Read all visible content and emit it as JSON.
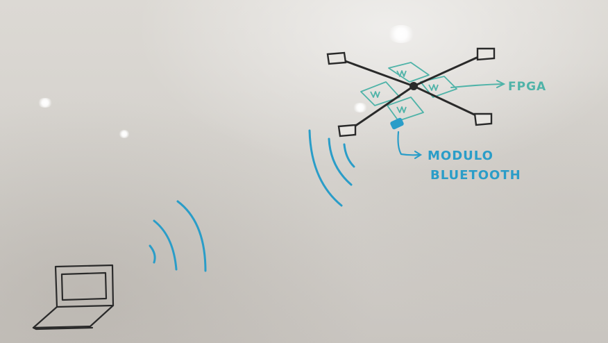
{
  "labels": {
    "fpga": "FPGA",
    "module_line1": "MODULO",
    "module_line2": "BLUETOOTH"
  },
  "colors": {
    "marker_black": "#2a2a2a",
    "marker_blue": "#2a9dc8",
    "marker_teal": "#4fb3a8",
    "board": "#d6d3ce"
  },
  "icons": {
    "laptop": "laptop-icon",
    "drone": "quadcopter-icon",
    "signal": "wifi-waves-icon",
    "bluetooth_module": "bluetooth-module-icon"
  }
}
